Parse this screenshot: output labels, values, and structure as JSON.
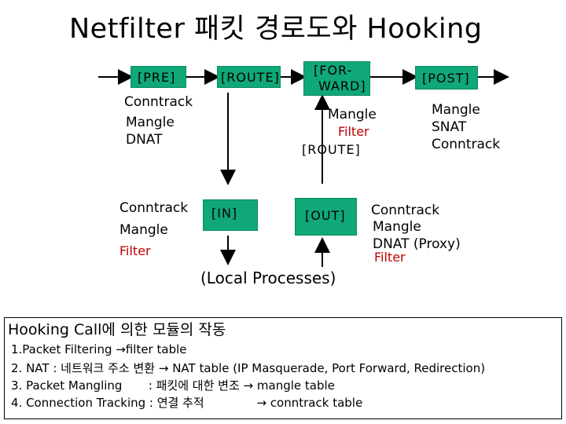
{
  "title": "Netfilter 패킷 경로도와 Hooking",
  "nodes": {
    "pre": "[PRE]",
    "route1": "[ROUTE]",
    "forward_l1": "[FOR-",
    "forward_l2": "WARD]",
    "post": "[POST]",
    "in": "[IN]",
    "out": "[OUT]"
  },
  "pre_hooks": [
    "Conntrack",
    "Mangle",
    "DNAT"
  ],
  "forward_hooks": [
    "Mangle",
    "Filter"
  ],
  "forward_route": "[ROUTE]",
  "post_hooks": [
    "Mangle",
    "SNAT",
    "Conntrack"
  ],
  "in_hooks": [
    "Conntrack",
    "Mangle",
    "Filter"
  ],
  "out_hooks": [
    "Conntrack",
    "Mangle",
    "DNAT (Proxy)",
    "Filter"
  ],
  "local_processes": "(Local Processes)",
  "hooking": {
    "heading": "Hooking Call에 의한 모듈의 작동",
    "line1": "1.Packet Filtering →filter table",
    "line2": "2. NAT : 네트워크 주소 변환 → NAT table (IP Masquerade, Port Forward, Redirection)",
    "line3": "3. Packet Mangling       : 패킷에 대한 변조 → mangle table",
    "line4": "4. Connection Tracking : 연결 추적              → conntrack table"
  },
  "colors": {
    "node": "#10a878",
    "filter_text": "#c00000"
  }
}
